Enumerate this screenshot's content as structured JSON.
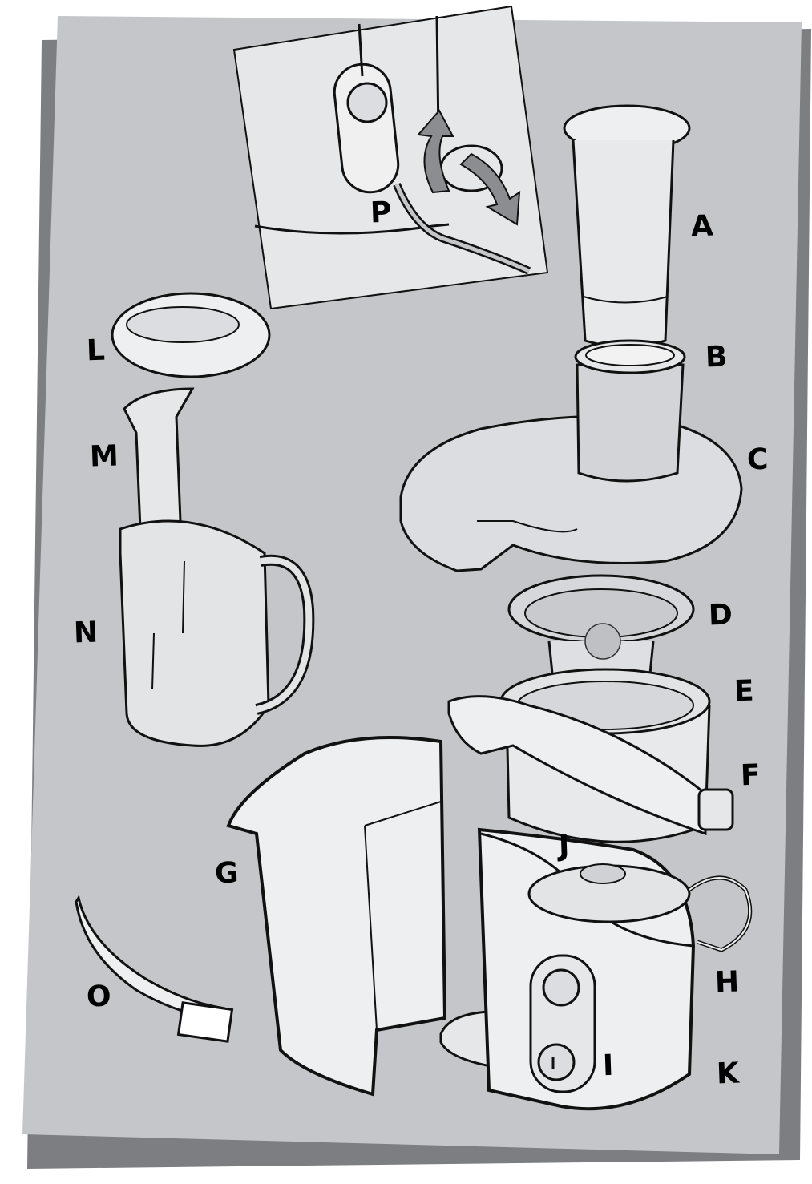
{
  "labels": {
    "A": "A",
    "B": "B",
    "C": "C",
    "D": "D",
    "E": "E",
    "F": "F",
    "G": "G",
    "H": "H",
    "I": "I",
    "J": "J",
    "K": "K",
    "L": "L",
    "M": "M",
    "N": "N",
    "O": "O",
    "P": "P"
  },
  "colors": {
    "background_panel": "#c5c6c9",
    "shadow": "#7d7e82",
    "part_fill": "#e8e9eb",
    "inset_fill": "#e6e7e9",
    "outline": "#111111",
    "arrow": "#8c8d90"
  }
}
